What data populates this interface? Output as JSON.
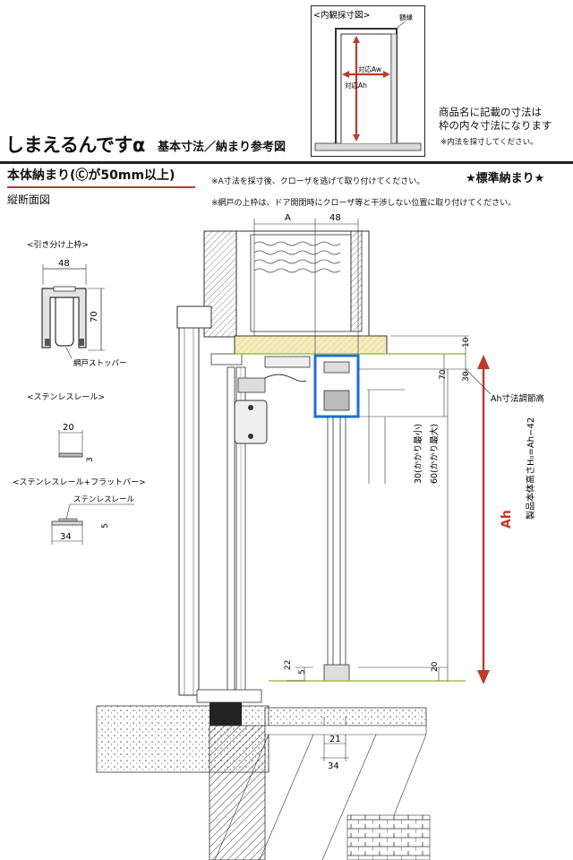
{
  "header": {
    "title": "しまえるんですα",
    "subtitle": "基本寸法／納まり参考図"
  },
  "inset": {
    "label": "<内観採寸図>",
    "frame_label": "額縁",
    "aw_label": "対応Aw",
    "ah_label": "対応Ah"
  },
  "inner_size_note": {
    "line1": "商品名に記載の寸法は",
    "line2": "枠の内々寸法になります",
    "line3": "※内法を採寸してください。"
  },
  "section": {
    "heading": "本体納まり(Ⓒが50mm以上)",
    "view_label": "縦断面図",
    "standard_badge": "★標準納まり★",
    "note1": "※A寸法を採寸後、クローザを逃げて取り付けてください。",
    "note2": "※網戸の上枠は、ドア開閉時にクローザ等と干渉しない位置に取り付けてください。"
  },
  "parts": {
    "upper_frame": {
      "label": "<引き分け上枠>",
      "width": "48",
      "height": "70",
      "stopper": "網戸ストッパー"
    },
    "stainless_rail": {
      "label": "<ステンレスレール>",
      "width": "20",
      "height": "3"
    },
    "rail_flatbar": {
      "label": "<ステンレスレール+フラットバー>",
      "sub_label": "ステンレスレール",
      "width": "34",
      "height": "5"
    }
  },
  "dimensions": {
    "a": "A",
    "top_width": "48",
    "d10": "10",
    "d30": "30",
    "d70": "70",
    "hook_min": "30(かかり最小)",
    "hook_max": "60(かかり最大)",
    "adjust": "Ah寸法調節高",
    "product_height": "製品本体高さH₀=Ah−42",
    "ah": "Ah",
    "d22": "22",
    "d5": "5",
    "d20": "20",
    "d21": "21",
    "d34": "34"
  },
  "colors": {
    "accent_red": "#c0392b",
    "blue_frame": "#1f6fd1",
    "wood": "#f6ecb8",
    "floor_green": "#9fc24a"
  }
}
